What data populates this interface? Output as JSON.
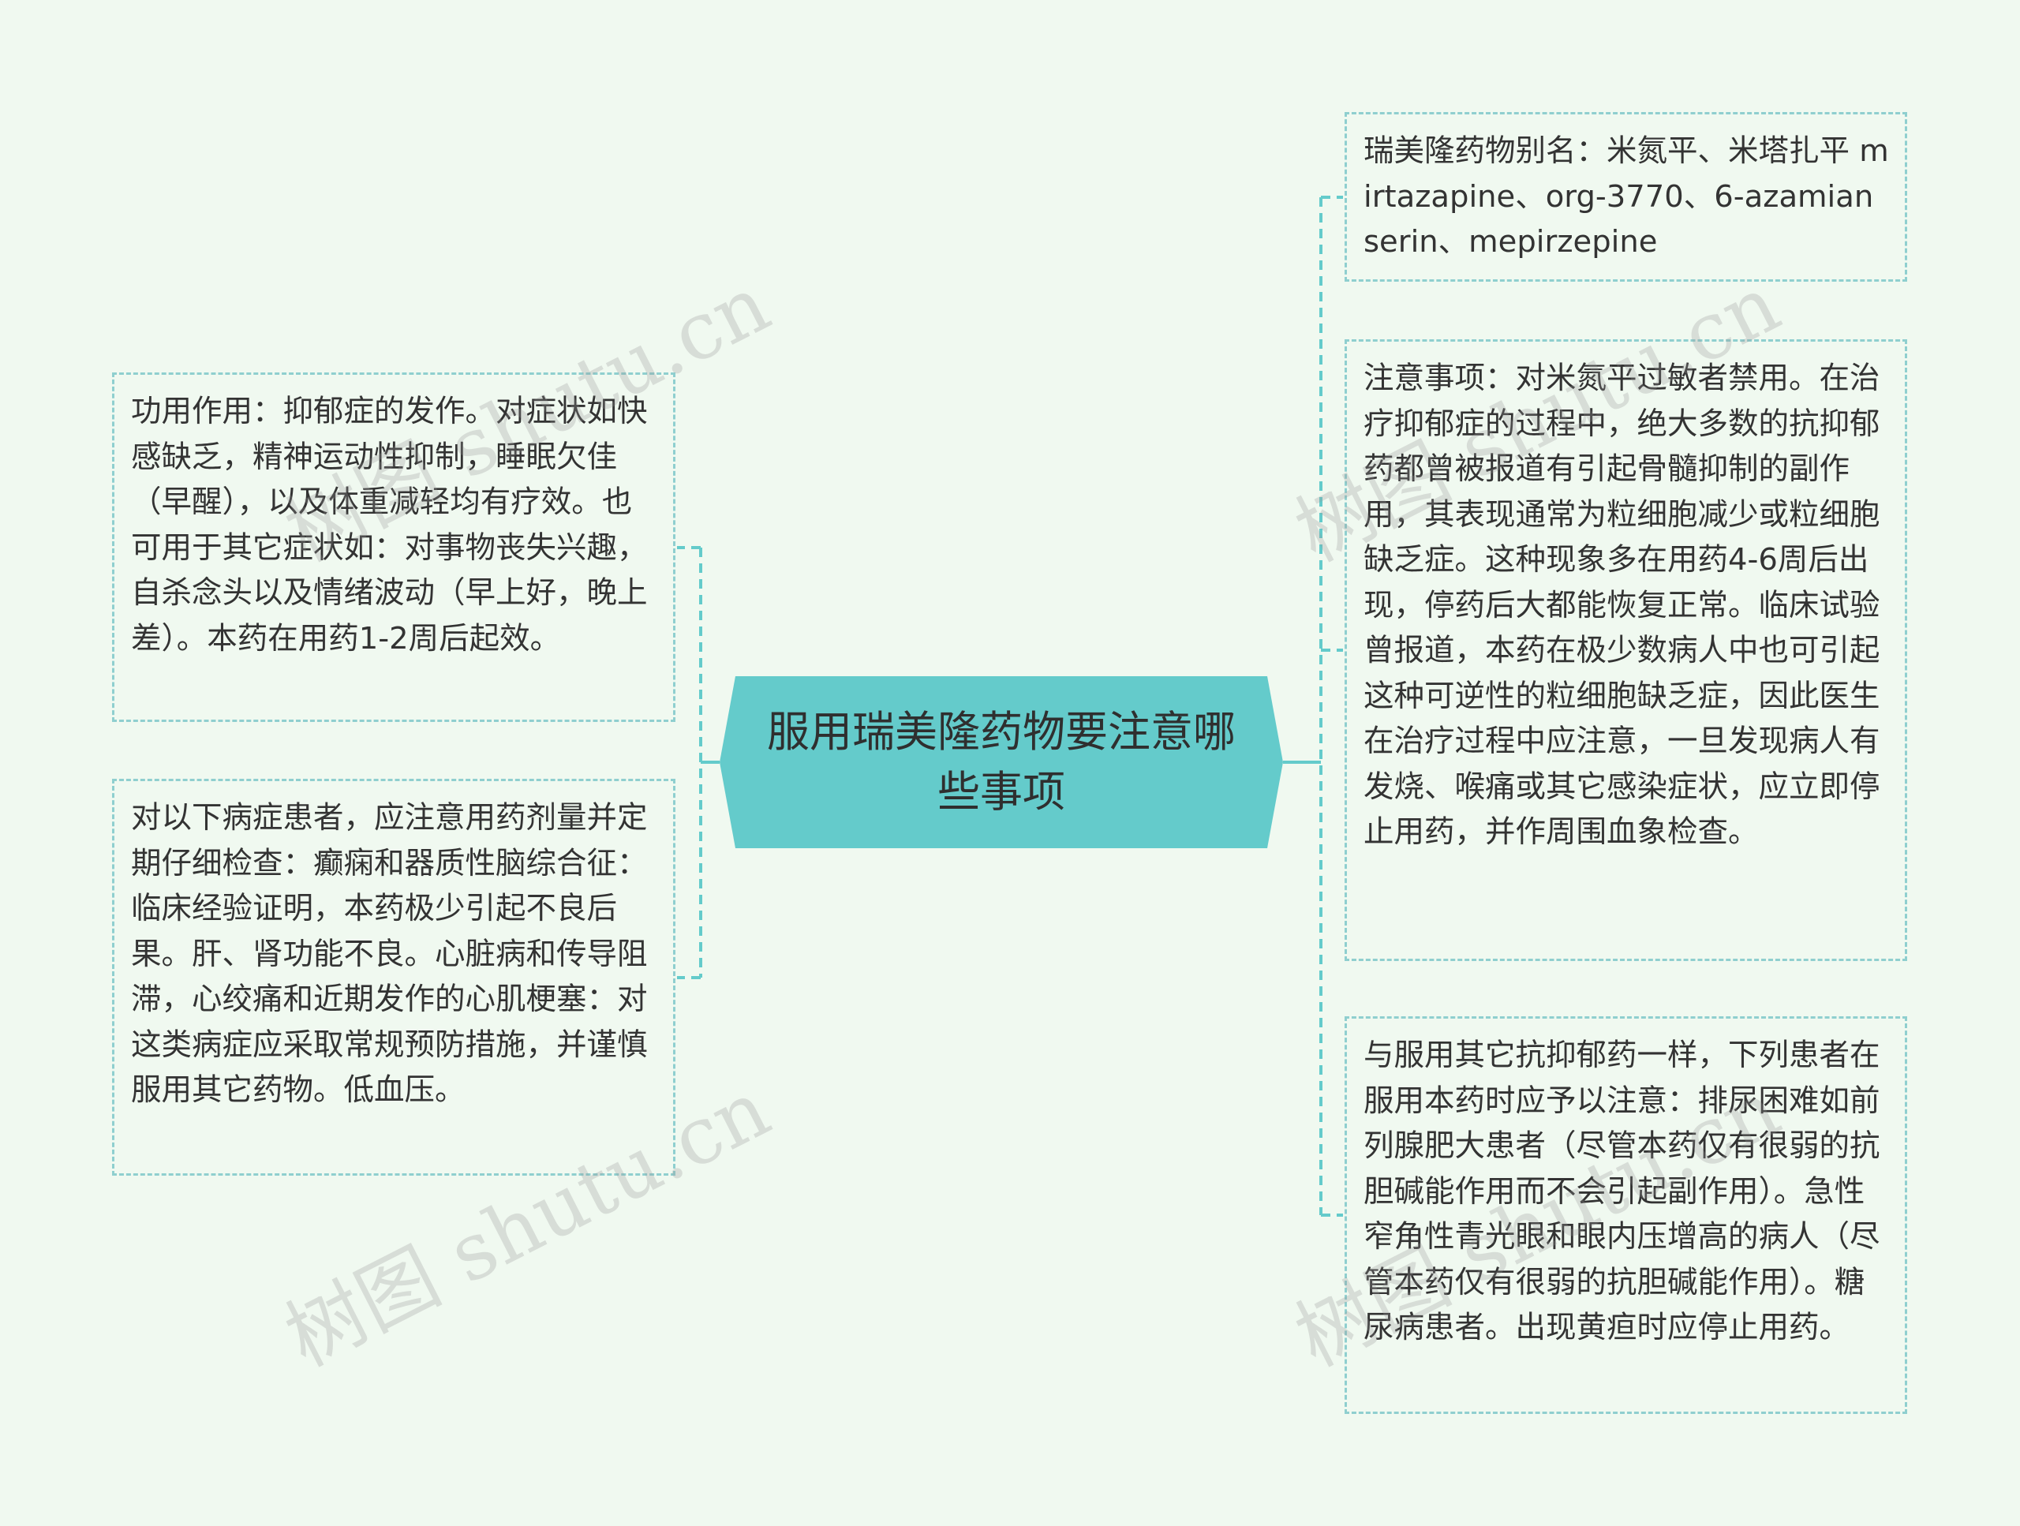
{
  "center": {
    "title": "服用瑞美隆药物要注意哪些事项"
  },
  "left_nodes": [
    {
      "text": "功用作用：抑郁症的发作。对症状如快感缺乏，精神运动性抑制，睡眠欠佳（早醒），以及体重减轻均有疗效。也可用于其它症状如：对事物丧失兴趣，自杀念头以及情绪波动（早上好，晚上差）。本药在用药1-2周后起效。"
    },
    {
      "text": "对以下病症患者，应注意用药剂量并定期仔细检查：癫痫和器质性脑综合征：临床经验证明，本药极少引起不良后果。肝、肾功能不良。心脏病和传导阻滞，心绞痛和近期发作的心肌梗塞：对这类病症应采取常规预防措施，并谨慎服用其它药物。低血压。"
    }
  ],
  "right_nodes": [
    {
      "text": "瑞美隆药物别名：米氮平、米塔扎平 mirtazapine、org-3770、6-azamianserin、mepirzepine"
    },
    {
      "text": "注意事项：对米氮平过敏者禁用。在治疗抑郁症的过程中，绝大多数的抗抑郁药都曾被报道有引起骨髓抑制的副作用，其表现通常为粒细胞减少或粒细胞缺乏症。这种现象多在用药4-6周后出现，停药后大都能恢复正常。临床试验曾报道，本药在极少数病人中也可引起这种可逆性的粒细胞缺乏症，因此医生在治疗过程中应注意，一旦发现病人有发烧、喉痛或其它感染症状，应立即停止用药，并作周围血象检查。"
    },
    {
      "text": "与服用其它抗抑郁药一样，下列患者在服用本药时应予以注意：排尿困难如前列腺肥大患者（尽管本药仅有很弱的抗胆碱能作用而不会引起副作用）。急性窄角性青光眼和眼内压增高的病人（尽管本药仅有很弱的抗胆碱能作用）。糖尿病患者。出现黄疸时应停止用药。"
    }
  ],
  "watermark": {
    "text": "树图 shutu.cn"
  },
  "colors": {
    "background": "#f0f9f0",
    "center_fill": "#64cbcb",
    "connector": "#64cbcb",
    "leaf_border": "#8fcfcf",
    "text": "#333333"
  }
}
